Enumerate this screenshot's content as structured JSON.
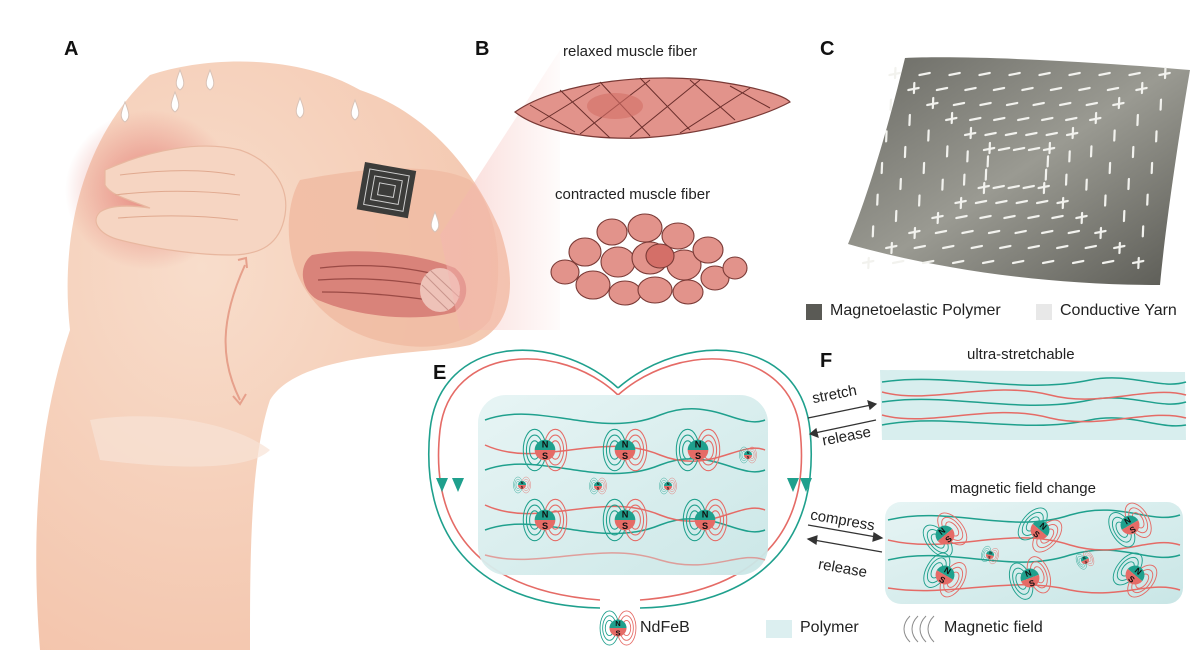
{
  "panels": {
    "a": {
      "label": "A"
    },
    "b": {
      "label": "B",
      "relaxed": "relaxed muscle fiber",
      "contracted": "contracted muscle fiber"
    },
    "c": {
      "label": "C"
    },
    "e": {
      "label": "E"
    },
    "f": {
      "label": "F",
      "top_title": "ultra-stretchable",
      "bottom_title": "magnetic field change",
      "stretch": "stretch",
      "release_top": "release",
      "compress": "compress",
      "release_bottom": "release"
    }
  },
  "legend_c": {
    "polymer_label": "Magnetoelastic Polymer",
    "yarn_label": "Conductive Yarn"
  },
  "legend_e": {
    "ndfeb_label": "NdFeB",
    "polymer_label": "Polymer",
    "field_label": "Magnetic field"
  },
  "magnet_letters": {
    "north": "N",
    "south": "S"
  },
  "colors": {
    "skin": "#f6d3bd",
    "muscle": "#d87f78",
    "polymer_dark": "#5a5a55",
    "polymer_blue": "#d7eeee",
    "teal": "#1fa08d",
    "red": "#e56b66"
  }
}
